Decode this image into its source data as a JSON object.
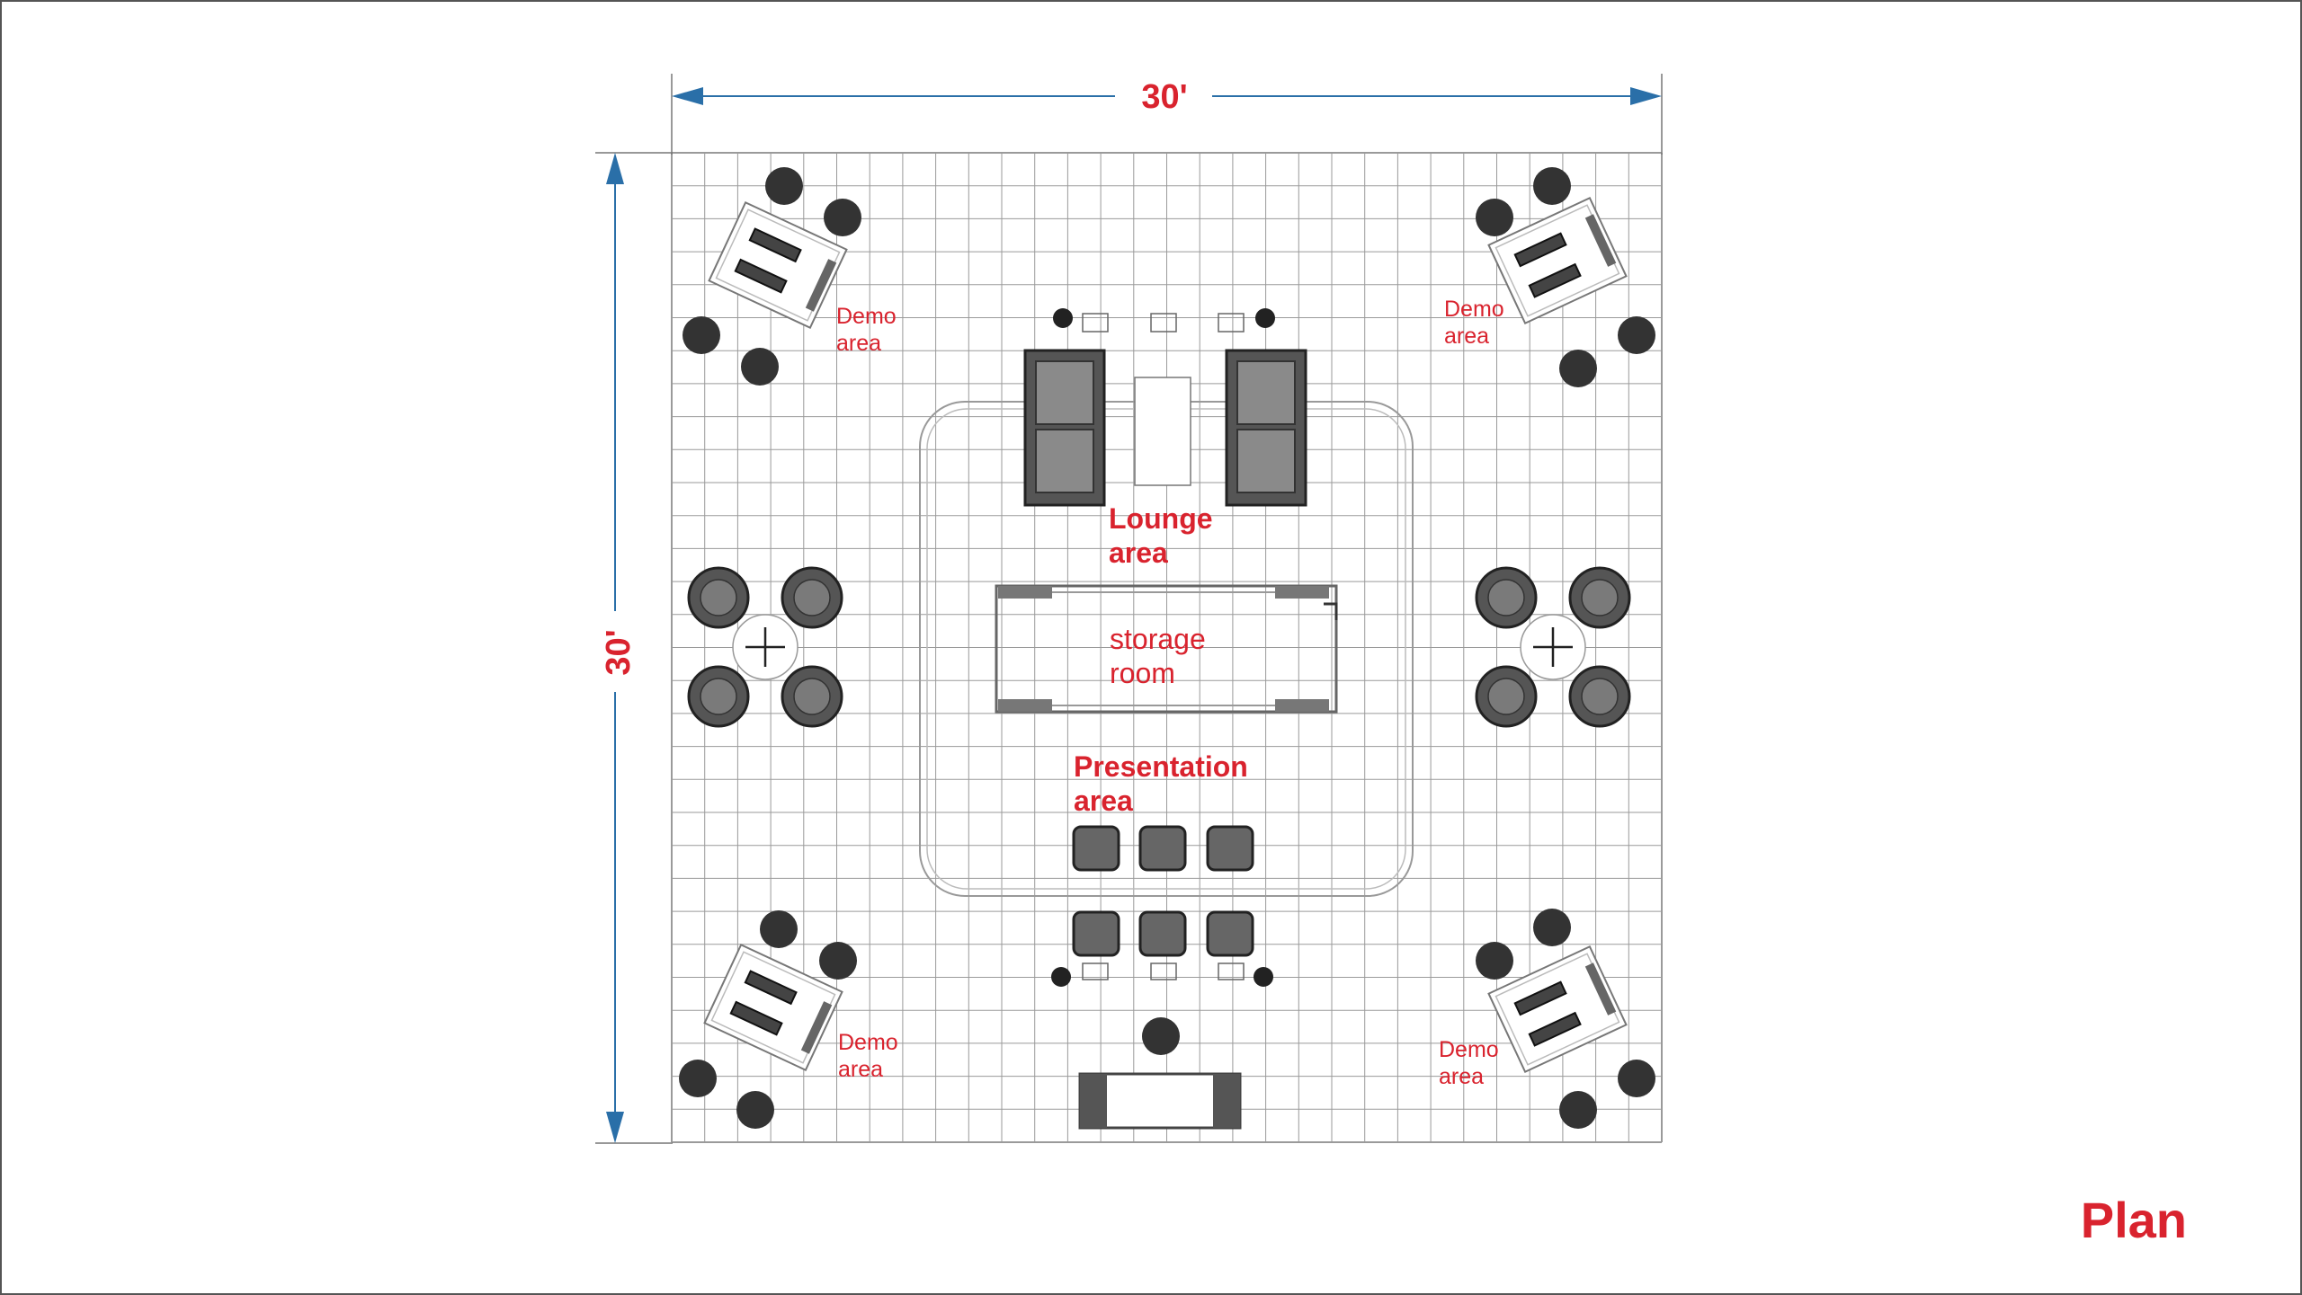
{
  "title": "Plan",
  "dimensions": {
    "width_label": "30'",
    "height_label": "30'"
  },
  "areas": {
    "lounge": [
      "Lounge",
      "area"
    ],
    "storage": [
      "storage",
      "room"
    ],
    "presentation": [
      "Presentation",
      "area"
    ],
    "demo_top_left": [
      "Demo",
      "area"
    ],
    "demo_top_right": [
      "Demo",
      "area"
    ],
    "demo_bottom_left": [
      "Demo",
      "area"
    ],
    "demo_bottom_right": [
      "Demo",
      "area"
    ]
  },
  "colors": {
    "label": "#d9232e",
    "dimension_arrow": "#2a6fa8",
    "grid": "#9a9a9a",
    "furniture": "#333333"
  }
}
